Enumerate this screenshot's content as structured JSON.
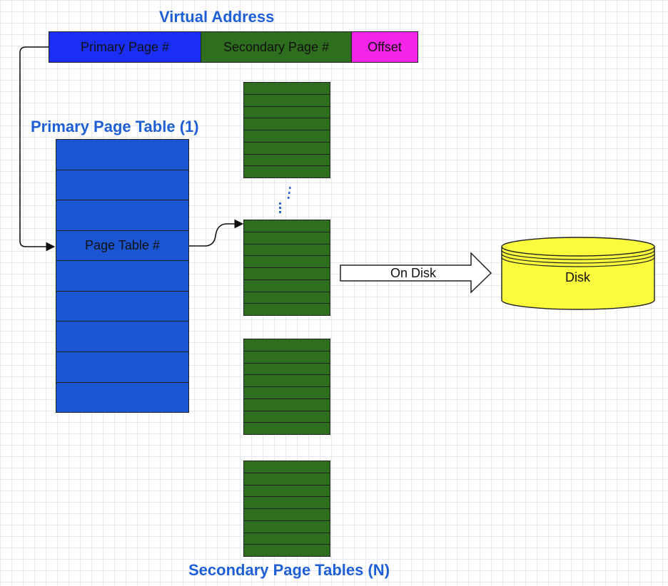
{
  "virtual_address": {
    "title": "Virtual Address",
    "segments": [
      {
        "label": "Primary Page #",
        "color": "#1a2ef5"
      },
      {
        "label": "Secondary Page #",
        "color": "#2f6e1f"
      },
      {
        "label": "Offset",
        "color": "#f423e8"
      }
    ]
  },
  "primary_table": {
    "title": "Primary Page Table (1)",
    "color": "#1c55d1",
    "rows": [
      "",
      "",
      "",
      "Page Table #",
      "",
      "",
      "",
      "",
      ""
    ]
  },
  "secondary_tables": {
    "title": "Secondary Page Tables (N)",
    "color": "#2f6e1f",
    "row_count": 8,
    "table_count": 4
  },
  "arrow": {
    "label": "On Disk"
  },
  "disk": {
    "label": "Disk",
    "color": "#fbfb3d"
  }
}
